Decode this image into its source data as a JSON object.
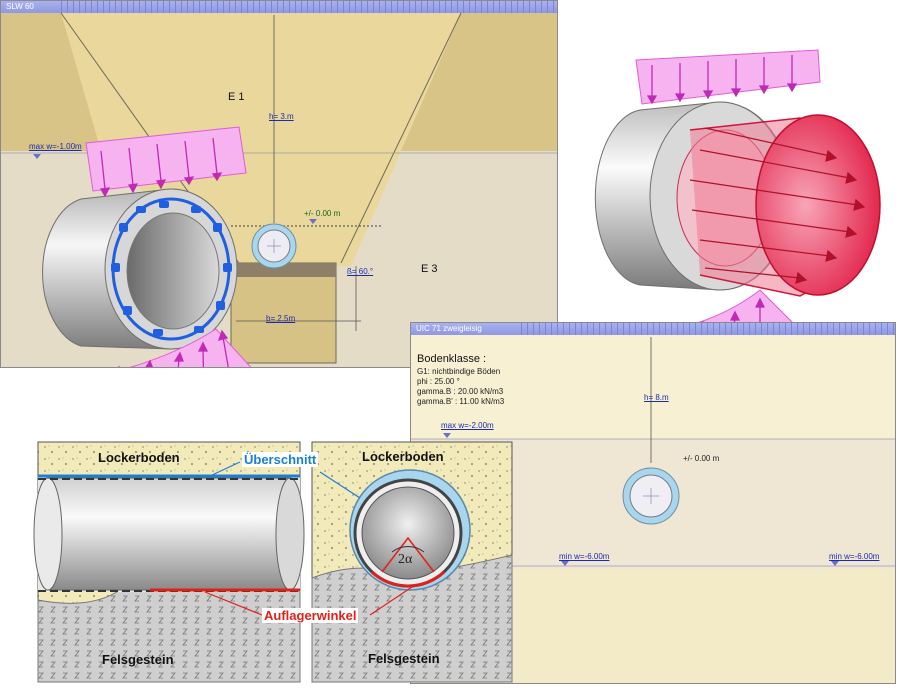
{
  "panel_slw": {
    "title": "SLW 60",
    "labels": {
      "zone_e1": "E 1",
      "zone_e3": "E 3",
      "height": "h= 3.m",
      "water_level": "max w=-1.00m",
      "ground_level": "+/- 0.00 m",
      "angle": "ß= 60.°",
      "width": "b= 2.5m"
    },
    "colors": {
      "sand": "#e9d79b",
      "soil": "#e4dcc6",
      "load": "#f6b3f0",
      "bolts": "#1f5fe0"
    }
  },
  "panel_uic": {
    "title": "UIC 71 zweigleisig",
    "soil_class_heading": "Bodenklasse :",
    "soil_lines": [
      "G1: nichtbindige Böden",
      "phi : 25.00 °",
      "gamma.B : 20.00 kN/m3",
      "gamma.B' : 11.00 kN/m3"
    ],
    "height": "h= 8.m",
    "water_max": "max w=-2.00m",
    "ground_level": "+/- 0.00 m",
    "water_min_left": "min w=-6.00m",
    "water_min_right": "min w=-6.00m"
  },
  "panel_geology": {
    "loose_soil_left": "Lockerboden",
    "loose_soil_right": "Lockerboden",
    "overcut": "Überschnitt",
    "support_angle": "Auflagerwinkel",
    "rock_left": "Felsgestein",
    "rock_right": "Felsgestein",
    "angle_symbol": "2α",
    "colors": {
      "overcut": "#1a7fd6",
      "support": "#e0211a"
    }
  }
}
